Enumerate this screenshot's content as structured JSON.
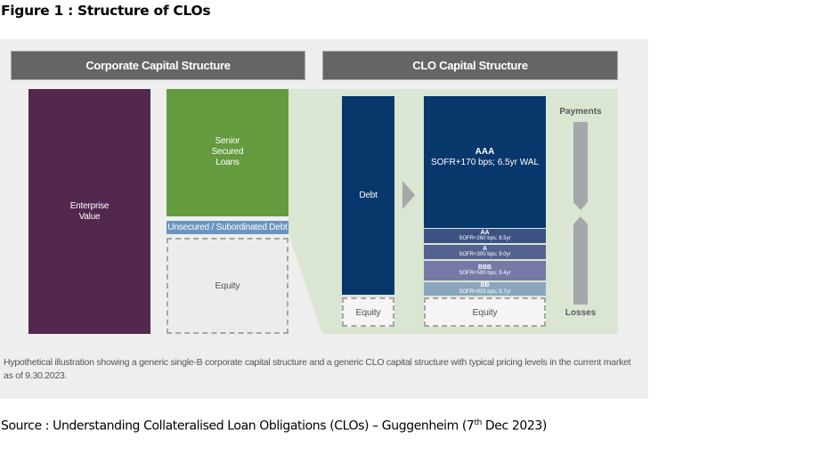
{
  "figure_title": "Figure 1 : Structure of CLOs",
  "corporate": {
    "header": "Corporate Capital Structure",
    "enterprise_value": "Enterprise Value",
    "senior_secured_loans": "Senior Secured Loans",
    "unsecured_debt": "Unsecured / Subordinated Debt",
    "equity": "Equity"
  },
  "clo": {
    "header": "CLO Capital Structure",
    "debt": "Debt",
    "debt_equity": "Equity",
    "tranches": [
      {
        "rating": "AAA",
        "terms": "SOFR+170 bps; 6.5yr WAL",
        "color": "#07376b"
      },
      {
        "rating": "AA",
        "terms": "SOFR+260 bps; 8.5yr",
        "color": "#3b5283"
      },
      {
        "rating": "A",
        "terms": "SOFR+300 bps; 9.0yr",
        "color": "#54628f"
      },
      {
        "rating": "BBB",
        "terms": "SOFR+500 bps; 9.4yr",
        "color": "#7479a6"
      },
      {
        "rating": "BB",
        "terms": "SOFR+825 bps; 9.7yr",
        "color": "#8aa6bf"
      }
    ],
    "equity": "Equity",
    "payments_label": "Payments",
    "losses_label": "Losses"
  },
  "colors": {
    "enterprise_value": "#53284f",
    "senior_secured": "#649b3e",
    "unsecured": "#6a95c2",
    "clo_background": "#dae5d2",
    "debt": "#07376b",
    "arrow": "#a6a7ab"
  },
  "caption": "Hypothetical illustration showing a generic single-B corporate capital structure and a generic CLO capital structure with typical pricing levels in the current market as of 9.30.2023.",
  "source": {
    "prefix": "Source : Understanding Collateralised Loan Obligations (CLOs) – Guggenheim (7",
    "superscript": "th",
    "suffix": " Dec 2023)"
  }
}
